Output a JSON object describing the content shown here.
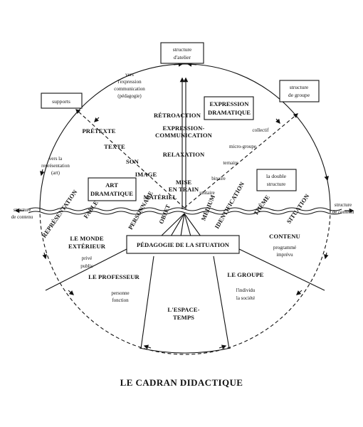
{
  "title": "LE CADRAN DIDACTIQUE",
  "boxes": {
    "atelier": [
      "structure",
      "d'atelier"
    ],
    "groupe": [
      "structure",
      "de groupe"
    ],
    "supports": [
      "supports"
    ],
    "expression": [
      "EXPRESSION",
      "DRAMATIQUE"
    ],
    "art": [
      "ART",
      "DRAMATIQUE"
    ],
    "double": [
      "la double",
      "structure"
    ],
    "pedagogie": [
      "PÉDAGOGIE DE LA SITUATION"
    ]
  },
  "outer_labels": {
    "vers_expression": [
      "vers",
      "l'expression",
      "communication",
      "(pédagogie)"
    ],
    "vers_representation": [
      "vers la",
      "représentation",
      "(art)"
    ],
    "structure_contenu_left": [
      "structure",
      "de contenu"
    ],
    "structure_contenu_right": [
      "structure",
      "de contenu"
    ]
  },
  "vertical_axis": [
    "RÉTROACTION",
    "EXPRESSION-",
    "COMMUNICATION",
    "RELAXATION",
    "MISE",
    "EN TRAIN"
  ],
  "left_axis": [
    "PRÉTEXTE",
    "TEXTE",
    "SON",
    "IMAGE",
    "MATÉRIEL"
  ],
  "right_axis": [
    "collectif",
    "micro-groupe",
    "ternaire",
    "binaire",
    "unitaire"
  ],
  "horizon_labels": [
    "REPRÉSENTATION",
    "FABLE",
    "PERSONNAGE",
    "OBJET",
    "MÉDIUM",
    "IDENTIFICATION",
    "THÈME",
    "SITUATION"
  ],
  "sectors": {
    "monde": [
      "LE MONDE",
      "EXTÉRIEUR"
    ],
    "monde_sub": [
      "privé",
      "public"
    ],
    "contenu": [
      "CONTENU"
    ],
    "contenu_sub": [
      "programmé",
      "imprévu"
    ],
    "professeur": [
      "LE PROFESSEUR"
    ],
    "professeur_sub": [
      "personne",
      "fonction"
    ],
    "groupe": [
      "LE GROUPE"
    ],
    "groupe_sub": [
      "l'individu",
      "la société"
    ],
    "espace": [
      "L'ESPACE-",
      "TEMPS"
    ]
  }
}
